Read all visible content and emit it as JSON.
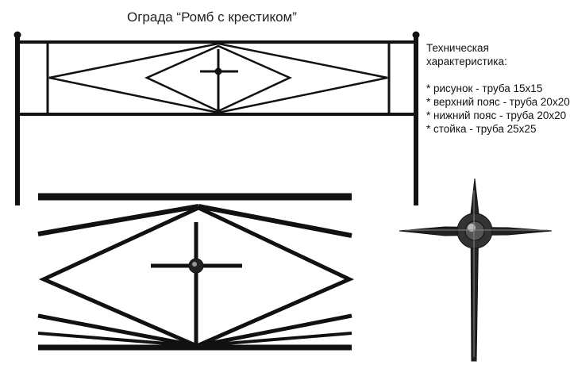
{
  "title": "Ограда “Ромб с крестиком”",
  "specs": {
    "heading": "Техническая характеристика:",
    "items": [
      "* рисунок - труба 15х15",
      "* верхний пояс - труба 20х20",
      "* нижний пояс - труба 20х20",
      "* стойка - труба 25х25"
    ]
  },
  "colors": {
    "metal": "#111111",
    "highlight": "#8a8a8a"
  }
}
